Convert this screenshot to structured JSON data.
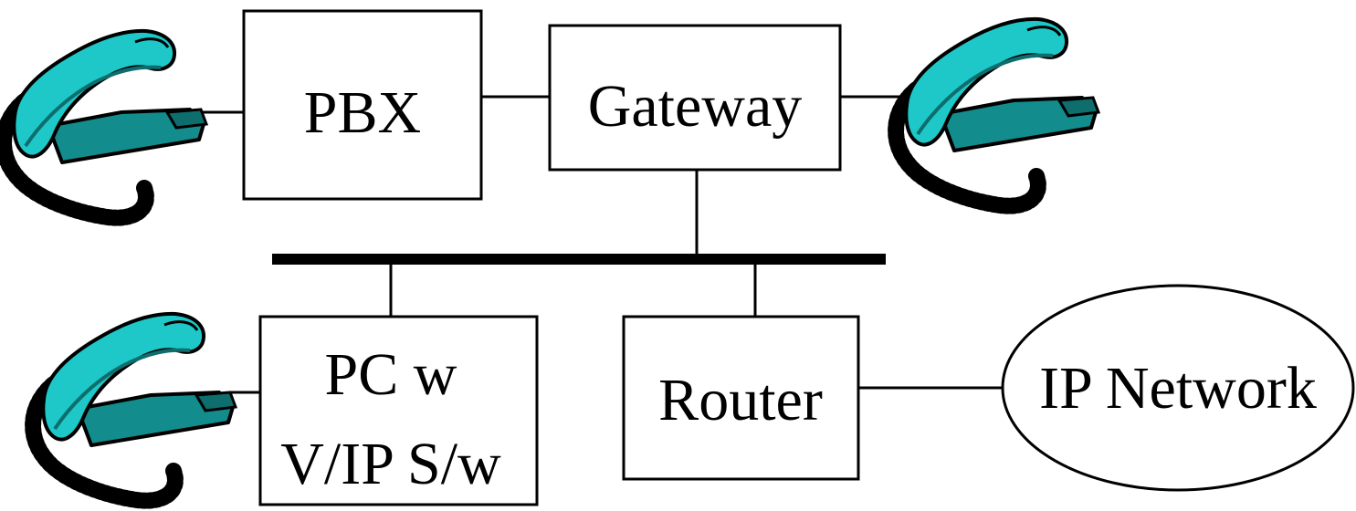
{
  "nodes": {
    "pbx": "PBX",
    "gateway": "Gateway",
    "pc_line1": "PC w",
    "pc_line2": "V/IP S/w",
    "router": "Router",
    "ip_network": "IP Network"
  },
  "colors": {
    "phone_body": "#1ec8c8",
    "phone_shade": "#128c8c",
    "phone_dark": "#0e6e6e",
    "outline": "#000000",
    "background": "#ffffff"
  },
  "icons": [
    "telephone-icon"
  ]
}
